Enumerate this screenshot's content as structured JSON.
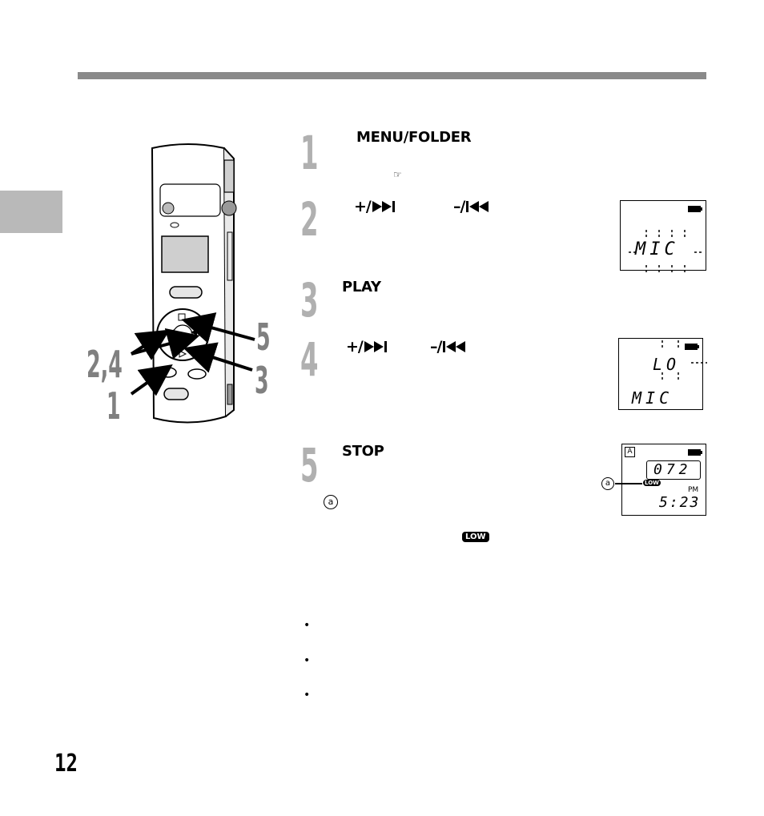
{
  "page": {
    "number": "12"
  },
  "steps": [
    {
      "num": "1",
      "label": "MENU/FOLDER",
      "ref_icon": "pointing-hand-icon"
    },
    {
      "num": "2",
      "label_plus": "+/",
      "label_minus": "–/"
    },
    {
      "num": "3",
      "label": "PLAY"
    },
    {
      "num": "4",
      "label_plus": "+/",
      "label_minus": "–/"
    },
    {
      "num": "5",
      "label": "STOP",
      "marker": "a"
    }
  ],
  "displays": {
    "d1": {
      "line": "MIC"
    },
    "d2": {
      "top": "LO",
      "bottom": "MIC"
    },
    "d3": {
      "letter": "A",
      "counter": "072",
      "ampm": "PM",
      "time": "5:23",
      "marker": "a",
      "low": "LOW"
    }
  },
  "callouts": {
    "c5": "5",
    "c24": "2,4",
    "c3": "3",
    "c1": "1"
  },
  "inline_low": "LOW",
  "bullets": [
    "•",
    "•",
    "•"
  ],
  "colors": {
    "rule": "#8a8a8a",
    "tab": "#b9b9b9",
    "step_number": "#b0b0b0"
  }
}
